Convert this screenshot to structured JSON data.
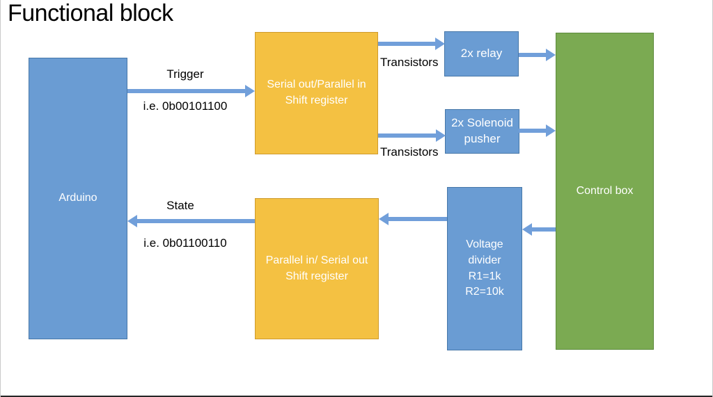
{
  "title": "Functional block",
  "colors": {
    "block_blue": "#6A9CD3",
    "block_blue_border": "#4677A8",
    "block_orange": "#F4C142",
    "block_orange_border": "#CE9A2C",
    "block_green": "#7BAA52",
    "block_green_border": "#5C8A3C",
    "arrow_blue": "#719FDA",
    "label_text": "#000000",
    "box_text": "#ffffff"
  },
  "blocks": {
    "arduino": {
      "label": "Arduino"
    },
    "shift_out": {
      "line1": "Serial out/Parallel in",
      "line2": "Shift register"
    },
    "relay": {
      "label": "2x relay"
    },
    "solenoid": {
      "line1": "2x Solenoid",
      "line2": "pusher"
    },
    "shift_in": {
      "line1": "Parallel in/ Serial out",
      "line2": "Shift register"
    },
    "voltage": {
      "line1": "Voltage",
      "line2": "divider",
      "line3": "R1=1k",
      "line4": "R2=10k"
    },
    "control": {
      "label": "Control box"
    }
  },
  "labels": {
    "trigger": "Trigger",
    "trigger_example": "i.e. 0b00101100",
    "transistors_top": "Transistors",
    "transistors_bottom": "Transistors",
    "state": "State",
    "state_example": "i.e. 0b01100110"
  }
}
